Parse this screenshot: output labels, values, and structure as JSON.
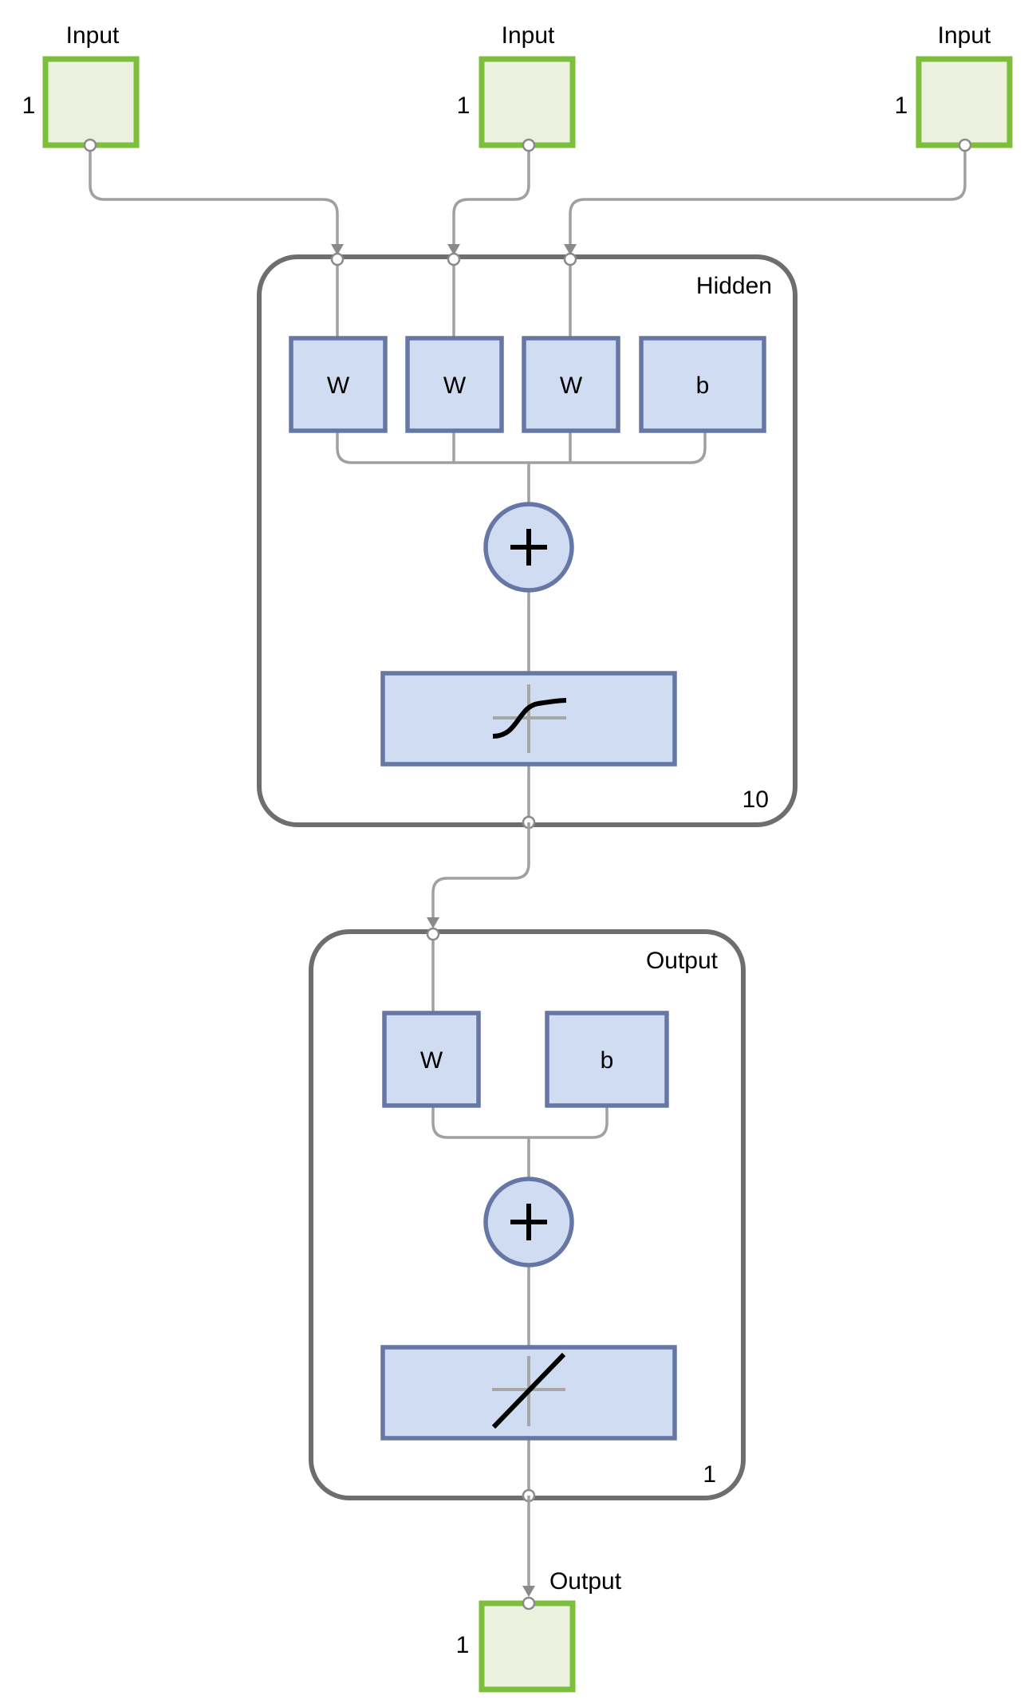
{
  "inputs": [
    {
      "label": "Input",
      "size": "1"
    },
    {
      "label": "Input",
      "size": "1"
    },
    {
      "label": "Input",
      "size": "1"
    }
  ],
  "hidden_layer": {
    "name": "Hidden",
    "size": "10",
    "weights": [
      "W",
      "W",
      "W"
    ],
    "bias": "b",
    "transfer": "sigmoid-icon"
  },
  "output_layer": {
    "name": "Output",
    "size": "1",
    "weights": [
      "W"
    ],
    "bias": "b",
    "transfer": "linear-icon"
  },
  "output": {
    "label": "Output",
    "size": "1"
  },
  "colors": {
    "io_fill": "#ebf1de",
    "io_border": "#7cbf3a",
    "block_fill": "#cfdcf2",
    "block_border": "#6677a6",
    "layer_border": "#6e6e6e",
    "wire": "#a0a0a0"
  }
}
